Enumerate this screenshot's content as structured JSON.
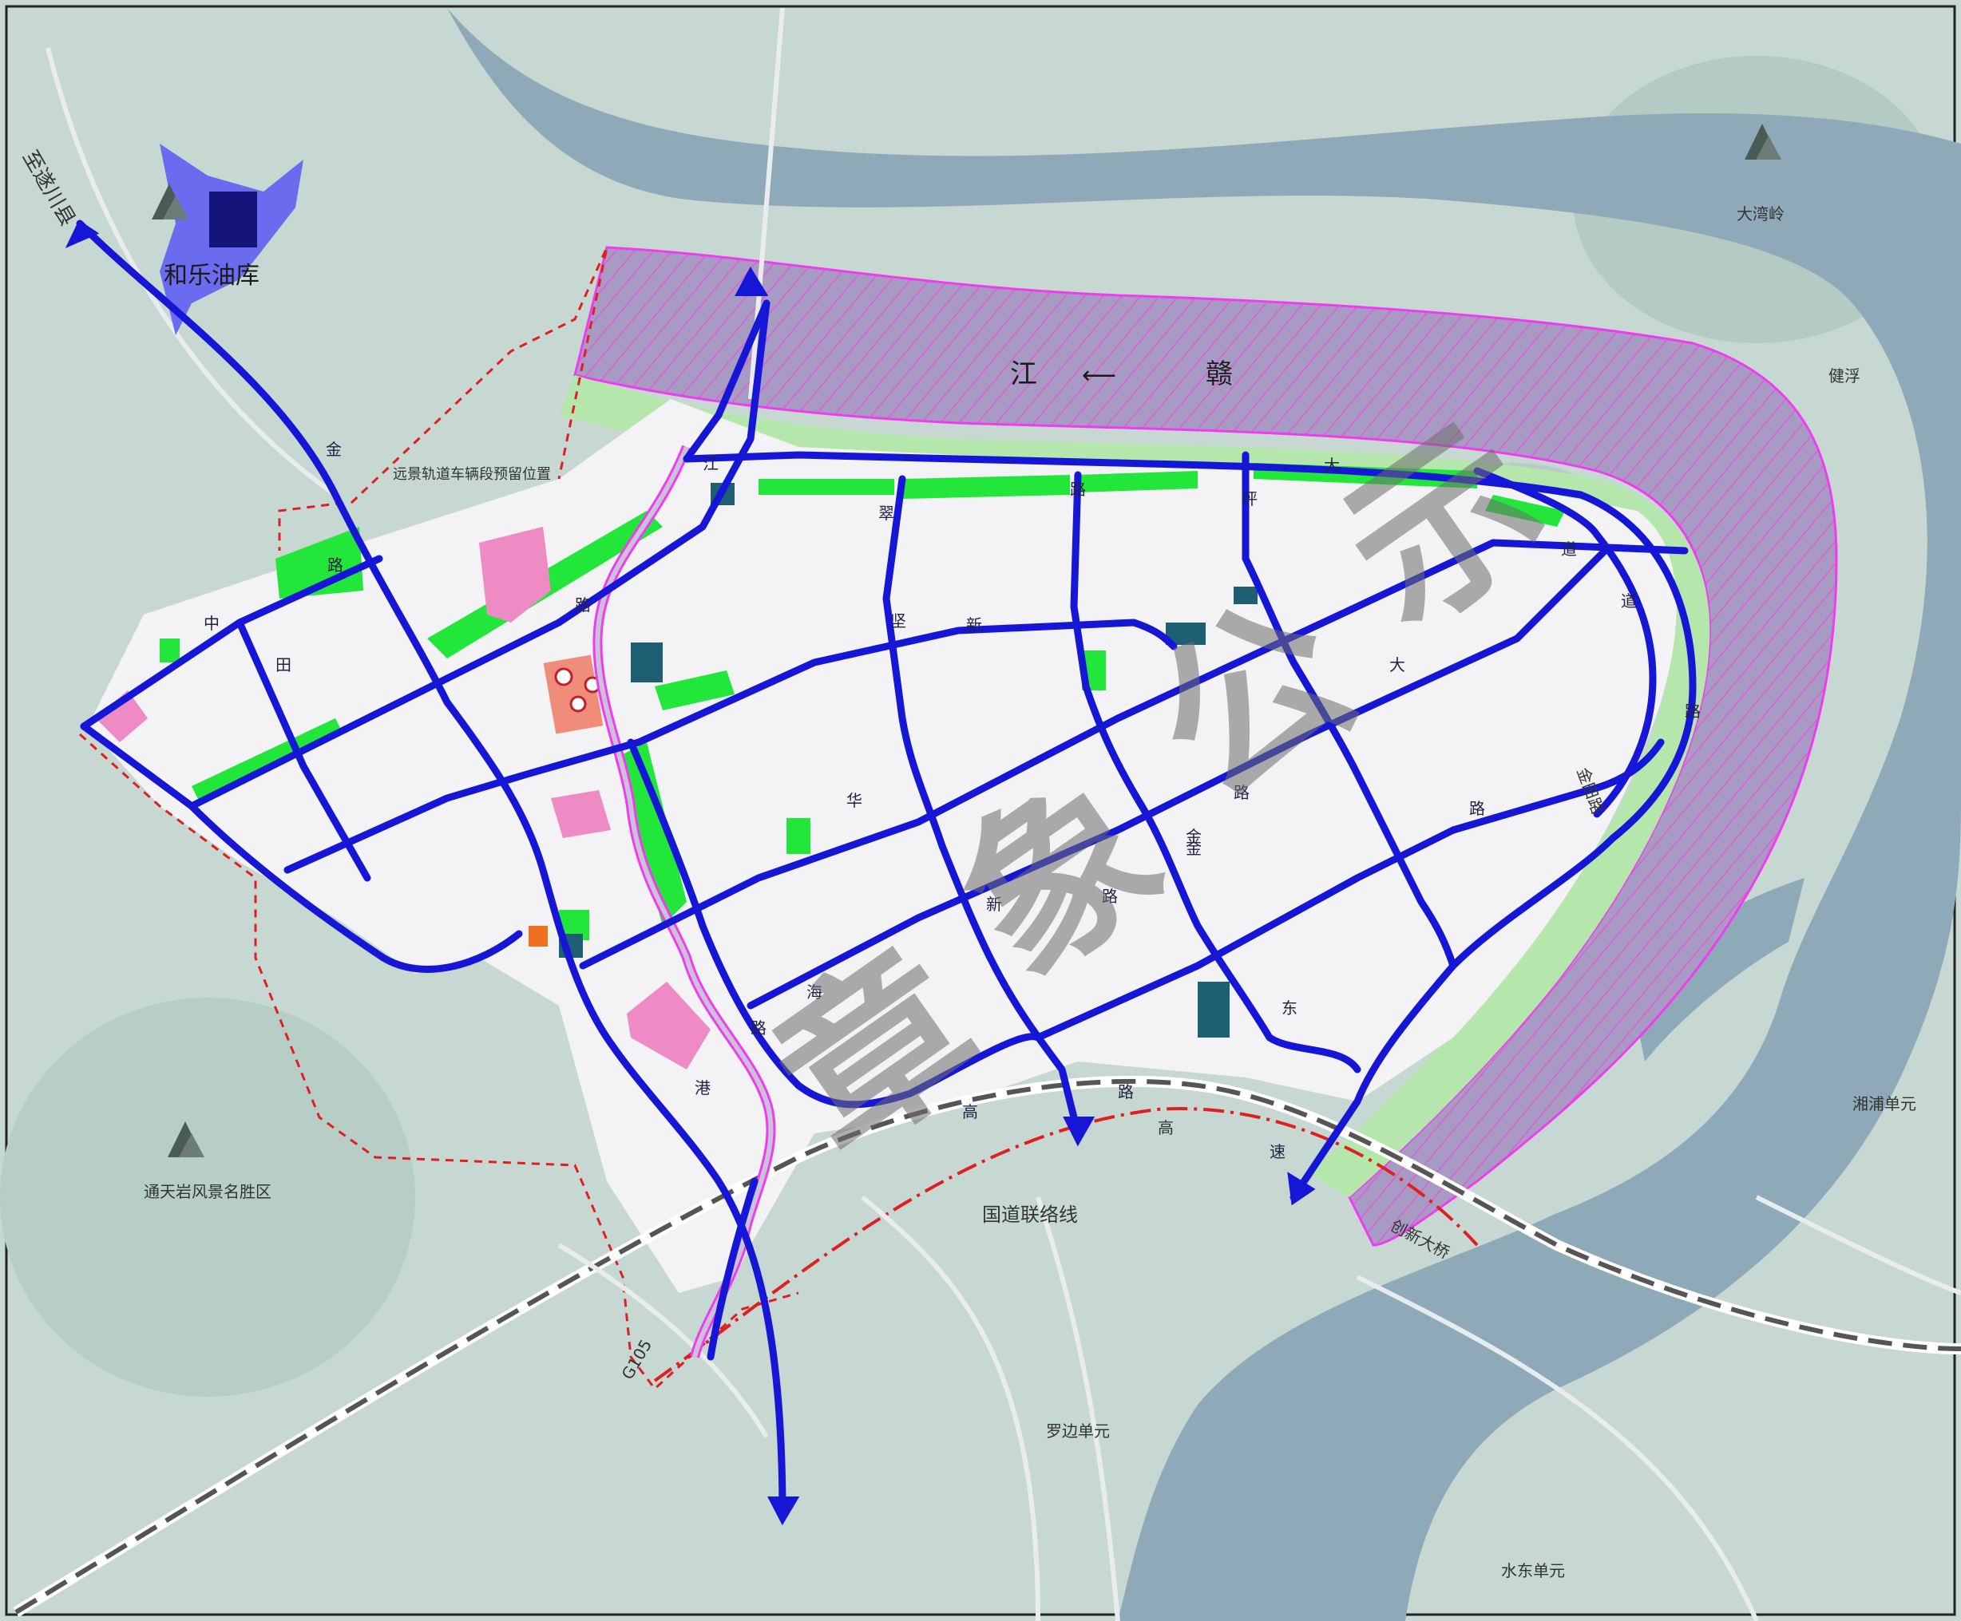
{
  "labels": {
    "river": [
      "江",
      "赣"
    ],
    "oil_depot": "和乐油库",
    "to_suichuan": "至遂川县",
    "reserved_depot": "远景轨道车辆段预留位置",
    "dawanling": "大湾岭",
    "jianjiang": "健浮",
    "tongtianyan": "通天岩风景名胜区",
    "guodao_line": "国道联络线",
    "chuangxin_bridge": "创新大桥",
    "luobian": "罗边单元",
    "shuidong": "水东单元",
    "xiangjiang": "湘浦单元",
    "g105": "G105",
    "gaosu": "高",
    "jintian_road": "金田路",
    "watermark": [
      "章",
      "象",
      "公",
      "示"
    ]
  },
  "road_chars": [
    "金",
    "路",
    "中",
    "江",
    "大",
    "道",
    "新",
    "田",
    "路",
    "华",
    "坚",
    "路",
    "海",
    "金",
    "路",
    "新",
    "路",
    "东",
    "路",
    "高",
    "速",
    "坪",
    "路",
    "翠",
    "路",
    "道",
    "大",
    "金",
    "路",
    "港"
  ],
  "colors": {
    "background": "#c5d7d0",
    "river": "#8fa9b7",
    "urban_fill": "#f4f3f6",
    "road": "#1616d6",
    "green_park": "#22e63a",
    "light_green": "#b9e8b0",
    "pink": "#ee8ac4",
    "magenta_boundary": "#f03cf0",
    "red_boundary": "#e02020",
    "oil_depot": "#6b6bf0",
    "oil_depot_dark": "#14147a",
    "teal_block": "#1e5f73",
    "railway": "#555555"
  },
  "icons": [
    "mountain-icon",
    "school-icon",
    "hospital-icon",
    "fire-station-icon",
    "substation-icon"
  ]
}
